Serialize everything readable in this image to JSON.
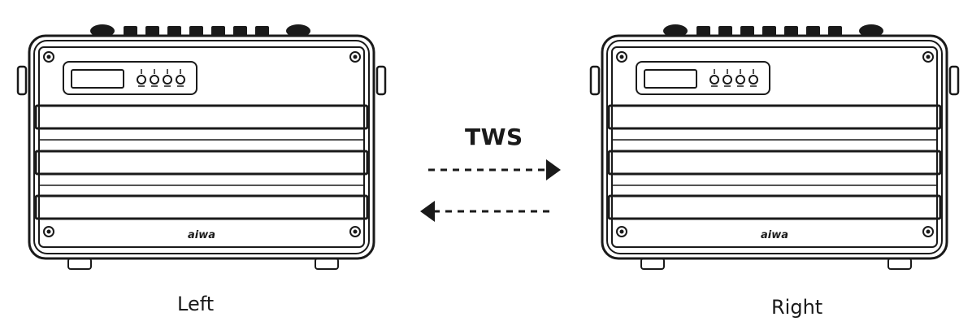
{
  "diagram": {
    "link_label": "TWS",
    "left_caption": "Left",
    "right_caption": "Right",
    "brand_text": "aiwa",
    "speakers": [
      {
        "id": "left",
        "role": "Left",
        "brand": "aiwa"
      },
      {
        "id": "right",
        "role": "Right",
        "brand": "aiwa"
      }
    ],
    "links": [
      {
        "from": "left",
        "to": "right",
        "style": "dashed"
      },
      {
        "from": "right",
        "to": "left",
        "style": "dashed"
      }
    ]
  },
  "colors": {
    "line": "#1a1a1a",
    "background": "#ffffff"
  }
}
